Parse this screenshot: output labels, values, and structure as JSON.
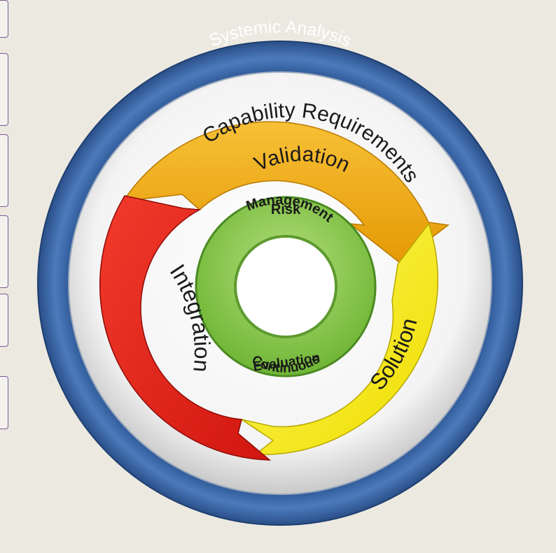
{
  "diagram": {
    "outer_ring": {
      "label": "Systemic Analysis",
      "color": "#3d6aa8"
    },
    "segments": [
      {
        "id": "capability",
        "line1": "Capability Requirements",
        "line2": "Validation",
        "color": "#f2ad0f"
      },
      {
        "id": "solution",
        "label": "Solution",
        "color": "#f6ec1c"
      },
      {
        "id": "integration",
        "label": "Integration",
        "color": "#e8211c"
      }
    ],
    "inner_ring": {
      "top_line1": "Risk",
      "top_line2": "Management",
      "bottom_line1": "Continuous",
      "bottom_line2": "Evaluation",
      "color": "#8fcc56"
    }
  }
}
